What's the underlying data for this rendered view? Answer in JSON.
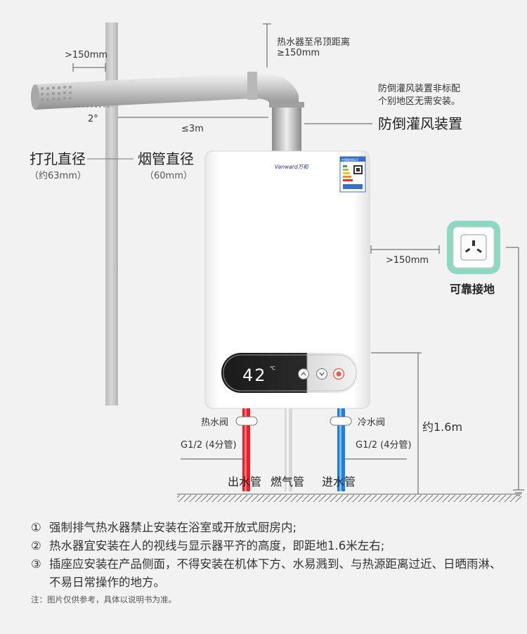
{
  "labels": {
    "flue_hole_gap": ">150mm",
    "ceiling_gap_title": "热水器至吊顶距离",
    "ceiling_gap_value": "≥150mm",
    "slope_angle": "2°",
    "flue_length": "≤3m",
    "backdraft_note_line1": "防倒灌风装置非标配",
    "backdraft_note_line2": "个别地区无需安装。",
    "backdraft_device": "防倒灌风装置",
    "hole_diameter": "打孔直径",
    "hole_diameter_value": "（约63mm）",
    "flue_diameter": "烟管直径",
    "flue_diameter_value": "（60mm）",
    "brand": "Vanward万和",
    "energy_label_title": "中国能效标识",
    "socket_gap": ">150mm",
    "grounded_socket": "可靠接地",
    "display_temp": "42",
    "display_unit": "℃",
    "hot_valve": "热水阀",
    "cold_valve": "冷水阀",
    "hot_thread": "G1/2 (4分管)",
    "cold_thread": "G1/2 (4分管)",
    "height": "约1.6m",
    "outlet_pipe": "出水管",
    "gas_pipe": "燃气管",
    "inlet_pipe": "进水管"
  },
  "notes": [
    {
      "num": "①",
      "text": "强制排气热水器禁止安装在浴室或开放式厨房内;"
    },
    {
      "num": "②",
      "text": "热水器宜安装在人的视线与显示器平齐的高度，即距地1.6米左右;"
    },
    {
      "num": "③",
      "text": "插座应安装在产品侧面，不得安装在机体下方、水易溅到、与热源距离过近、日晒雨淋、不易日常操作的地方。"
    }
  ],
  "footnote": "注：图片仅供参考，具体以说明书为准。",
  "colors": {
    "hot_pipe": "#e8202a",
    "cold_pipe": "#1f7fe0",
    "gas_pipe": "#d8d8d8",
    "socket_frame": "#8fd7c0",
    "display_digits": "#ffffff",
    "power_button": "#e85a4a"
  }
}
